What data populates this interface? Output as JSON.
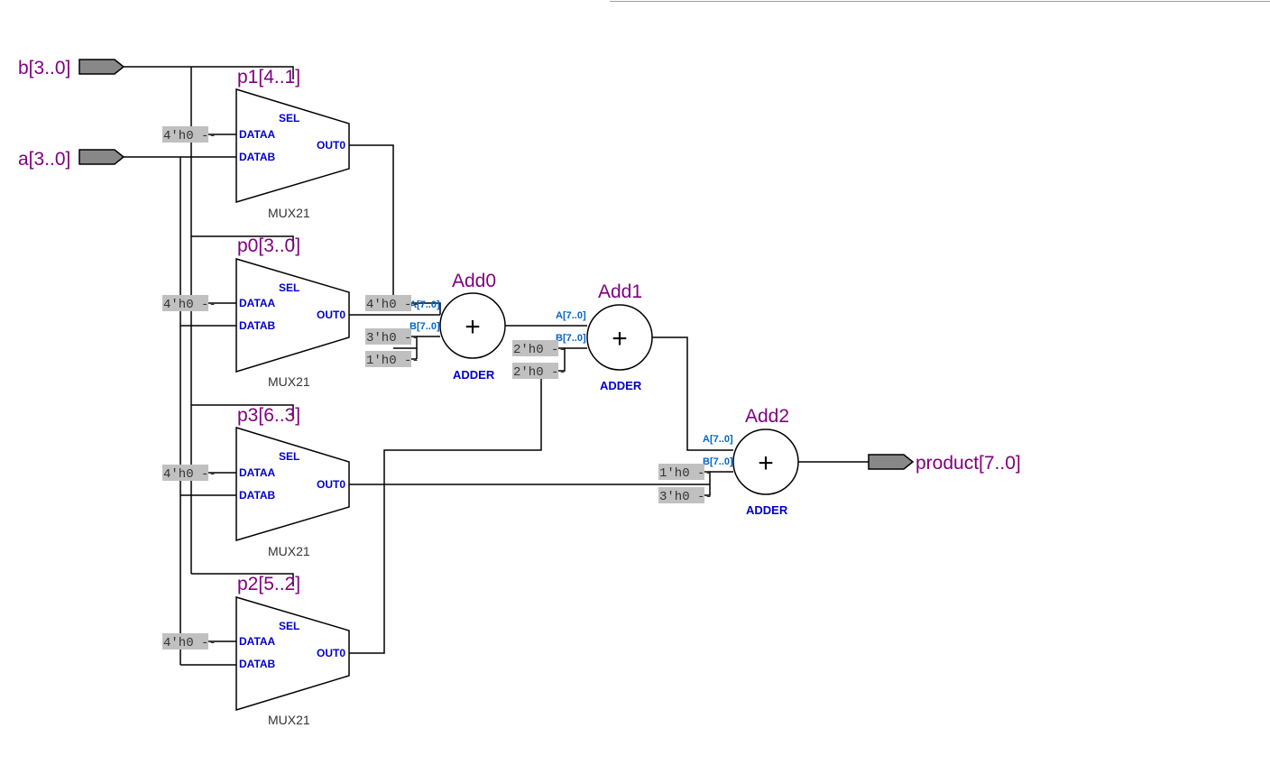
{
  "colors": {
    "net_label": "#800080",
    "port_label": "#0000cc",
    "bus_label": "#0066cc",
    "constant_bg": "#c0c0c0",
    "pin_fill": "#888888",
    "wire": "#000000"
  },
  "inputs": {
    "b": "b[3..0]",
    "a": "a[3..0]"
  },
  "output": {
    "product": "product[7..0]"
  },
  "muxes": [
    {
      "name": "p1[4..1]",
      "type": "MUX21",
      "sel": "SEL",
      "dataa": "DATAA",
      "datab": "DATAB",
      "out": "OUT0",
      "const": "4'h0 --"
    },
    {
      "name": "p0[3..0]",
      "type": "MUX21",
      "sel": "SEL",
      "dataa": "DATAA",
      "datab": "DATAB",
      "out": "OUT0",
      "const": "4'h0 --"
    },
    {
      "name": "p3[6..3]",
      "type": "MUX21",
      "sel": "SEL",
      "dataa": "DATAA",
      "datab": "DATAB",
      "out": "OUT0",
      "const": "4'h0 --"
    },
    {
      "name": "p2[5..2]",
      "type": "MUX21",
      "sel": "SEL",
      "dataa": "DATAA",
      "datab": "DATAB",
      "out": "OUT0",
      "const": "4'h0 --"
    }
  ],
  "adders": [
    {
      "name": "Add0",
      "type": "ADDER",
      "port_a": "A[7..0]",
      "port_b": "B[7..0]",
      "symbol": "+",
      "consts": [
        "4'h0 --",
        "3'h0 --",
        "1'h0 --"
      ]
    },
    {
      "name": "Add1",
      "type": "ADDER",
      "port_a": "A[7..0]",
      "port_b": "B[7..0]",
      "symbol": "+",
      "consts": [
        "2'h0 --",
        "2'h0 --"
      ]
    },
    {
      "name": "Add2",
      "type": "ADDER",
      "port_a": "A[7..0]",
      "port_b": "B[7..0]",
      "symbol": "+",
      "consts": [
        "1'h0 --",
        "3'h0 --"
      ]
    }
  ]
}
